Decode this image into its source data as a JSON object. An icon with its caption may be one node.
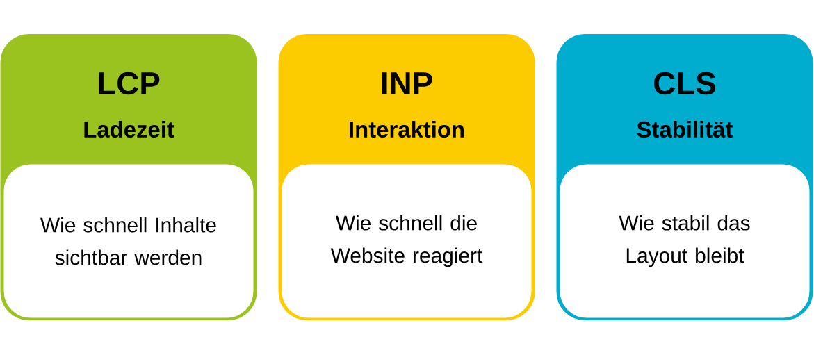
{
  "diagram": {
    "nodes": [
      {
        "text": [
          "LCP",
          "Ladezeit"
        ]
      },
      {
        "text": [
          "Wie schnell Inhalte sichtbar werden"
        ],
        "in": 0
      },
      {
        "text": [
          "INP",
          "Interaktion"
        ]
      },
      {
        "text": [
          "Wie schnell die Website reagiert"
        ],
        "in": 2
      },
      {
        "text": [
          "CLS",
          "Stabilität"
        ]
      },
      {
        "text": [
          "Wie stabil das Layout bleibt"
        ],
        "in": 4
      }
    ]
  }
}
